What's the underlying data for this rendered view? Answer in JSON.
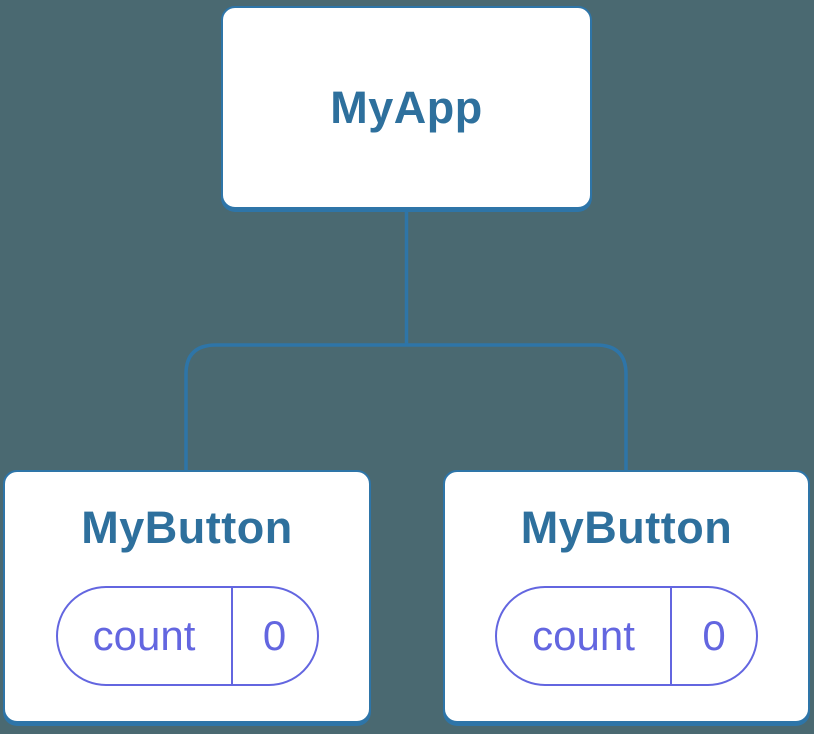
{
  "diagram": {
    "description": "Component tree diagram: root component with two child components each holding independent state",
    "root": {
      "label": "MyApp"
    },
    "children": [
      {
        "label": "MyButton",
        "state": {
          "key": "count",
          "value": "0"
        }
      },
      {
        "label": "MyButton",
        "state": {
          "key": "count",
          "value": "0"
        }
      }
    ],
    "colors": {
      "background": "#4a6971",
      "node_fill": "#ffffff",
      "stroke_blue": "#2e75a8",
      "label_blue": "#2e709d",
      "state_purple": "#6366e0"
    }
  }
}
